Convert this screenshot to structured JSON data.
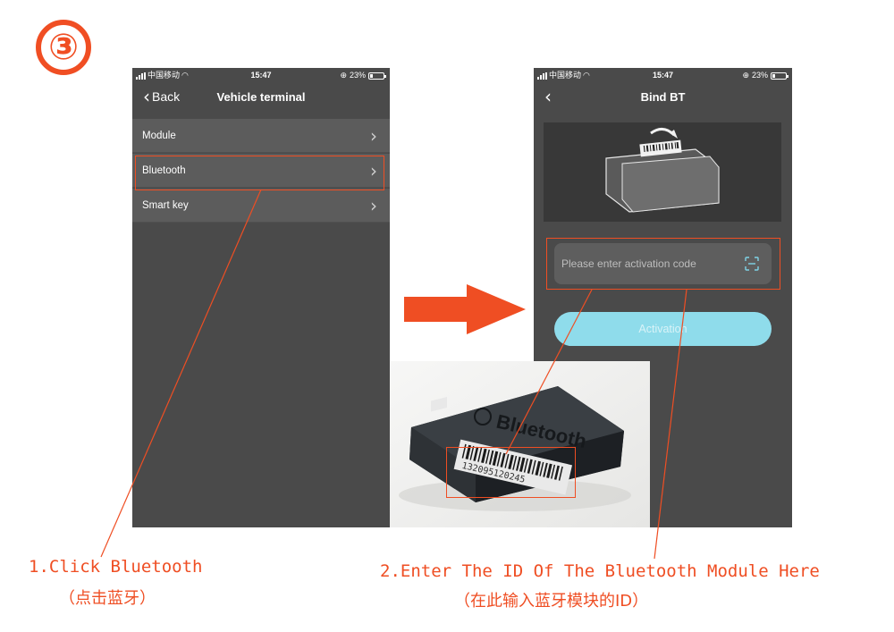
{
  "step_number": "③",
  "colors": {
    "accent": "#ef4e23",
    "phone_bg": "#4a4a4a",
    "menu_bg": "#5c5c5c",
    "activation_btn": "#8fdceb"
  },
  "left_phone": {
    "status": {
      "carrier": "中国移动",
      "time": "15:47",
      "battery": "23%",
      "battery_level": 0.23
    },
    "nav": {
      "back_label": "Back",
      "title": "Vehicle terminal"
    },
    "menu": [
      {
        "label": "Module"
      },
      {
        "label": "Bluetooth"
      },
      {
        "label": "Smart key"
      }
    ]
  },
  "right_phone": {
    "status": {
      "carrier": "中国移动",
      "time": "15:47",
      "battery": "23%",
      "battery_level": 0.23
    },
    "nav": {
      "title": "Bind BT"
    },
    "input": {
      "placeholder": "Please enter activation code"
    },
    "activation_label": "Activation"
  },
  "photo": {
    "label": "Bluetooth",
    "barcode_text": "132095120245"
  },
  "captions": {
    "step1": "1.Click Bluetooth",
    "step1_sub": "（点击蓝牙）",
    "step2": "2.Enter The ID Of The Bluetooth Module Here",
    "step2_sub": "（在此输入蓝牙模块的ID）"
  },
  "icons": [
    "chevron-left-icon",
    "chevron-right-icon",
    "scan-icon",
    "wifi-icon",
    "battery-icon",
    "signal-icon",
    "arrow-right-icon"
  ]
}
